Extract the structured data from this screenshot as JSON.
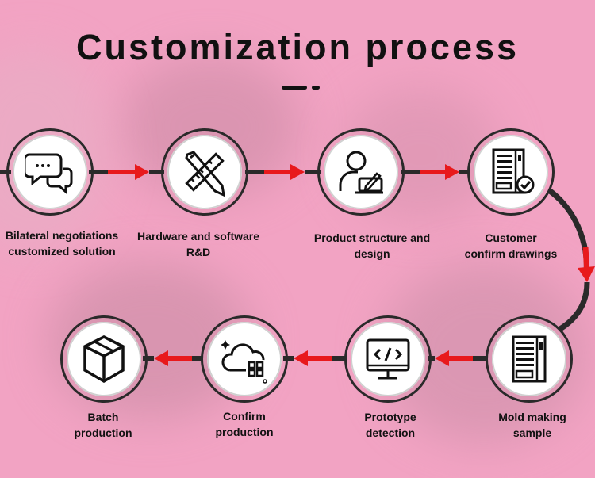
{
  "title": "Customization process",
  "steps": [
    {
      "line1": "Bilateral negotiations",
      "line2": "customized solution"
    },
    {
      "line1": "Hardware and software",
      "line2": "R&D"
    },
    {
      "line1": "Product structure and",
      "line2": "design"
    },
    {
      "line1": "Customer",
      "line2": "confirm drawings"
    },
    {
      "line1": "Mold making",
      "line2": "sample"
    },
    {
      "line1": "Prototype",
      "line2": "detection"
    },
    {
      "line1": "Confirm",
      "line2": "production"
    },
    {
      "line1": "Batch",
      "line2": "production"
    }
  ],
  "icons": [
    "chat-bubbles-icon",
    "pencil-ruler-icon",
    "user-designer-icon",
    "vending-machine-check-icon",
    "vending-machine-icon",
    "code-screen-icon",
    "cloud-grid-icon",
    "box-icon"
  ],
  "colors": {
    "background": "#f2a3c3",
    "arrow": "#e8191c",
    "connector": "#2a2a2a",
    "text": "#111111"
  }
}
